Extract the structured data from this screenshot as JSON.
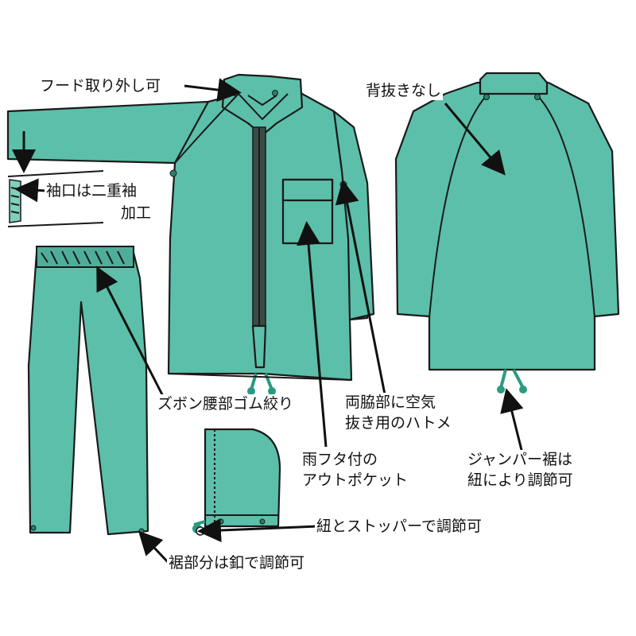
{
  "labels": {
    "hood_removable": "フード取り外し可",
    "no_back_vent": "背抜きなし",
    "cuff_line1": "袖口は二重袖",
    "cuff_line2": "加工",
    "pants_waist": "ズボン腰部ゴム絞り",
    "vent_line1": "両脇部に空気",
    "vent_line2": "抜き用のハトメ",
    "pocket_line1": "雨フタ付の",
    "pocket_line2": "アウトポケット",
    "hem_line1": "ジャンパー裾は",
    "hem_line2": "紐により調節可",
    "hood_cord": "紐とストッパーで調節可",
    "pants_hem": "裾部分は釦で調節可"
  },
  "colors": {
    "garment_fill": "#5cbfa9",
    "outline": "#1a1a1a",
    "background": "#ffffff"
  }
}
